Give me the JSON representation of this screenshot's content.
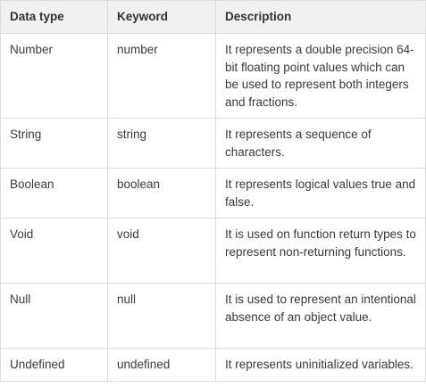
{
  "table": {
    "headers": [
      "Data type",
      "Keyword",
      "Description"
    ],
    "rows": [
      {
        "data_type": "Number",
        "keyword": "number",
        "description": "It represents a double precision 64-bit floating point values which can be used to represent both integers and fractions."
      },
      {
        "data_type": "String",
        "keyword": "string",
        "description": "It represents a sequence of characters."
      },
      {
        "data_type": "Boolean",
        "keyword": "boolean",
        "description": "It represents logical values true and false."
      },
      {
        "data_type": "Void",
        "keyword": "void",
        "description": "It is used on function return types to represent non-returning functions."
      },
      {
        "data_type": "Null",
        "keyword": "null",
        "description": "It is used to represent an intentional absence of an object value."
      },
      {
        "data_type": "Undefined",
        "keyword": "undefined",
        "description": "It represents uninitialized variables."
      }
    ]
  }
}
